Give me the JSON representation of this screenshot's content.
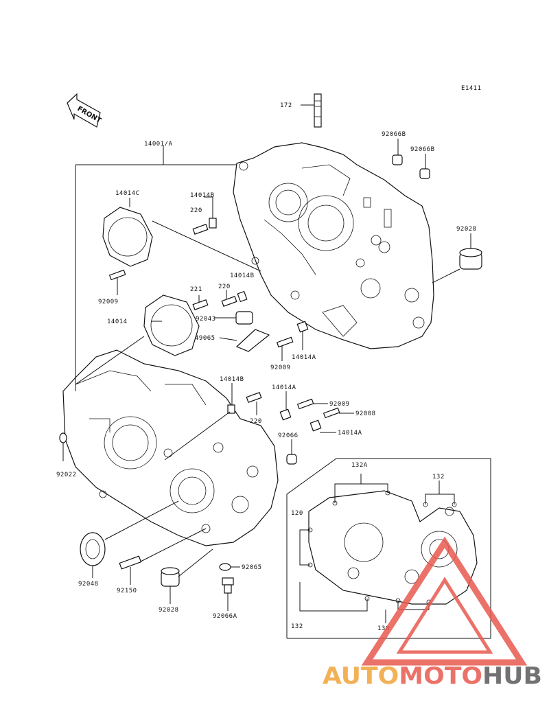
{
  "code": "E1411",
  "front_label": "FRONT",
  "parts": {
    "p172": "172",
    "p92066b_1": "92066B",
    "p92066b_2": "92066B",
    "p14001a": "14001/A",
    "p14014c": "14014C",
    "p14014b_1": "14014B",
    "p220_1": "220",
    "p92028_1": "92028",
    "p92009_1": "92009",
    "p14014b_2": "14014B",
    "p221": "221",
    "p220_2": "220",
    "p14014": "14014",
    "p92043": "92043",
    "p49065": "49065",
    "p92009_2": "92009",
    "p14014a_1": "14014A",
    "p14014b_3": "14014B",
    "p14014a_2": "14014A",
    "p92009_3": "92009",
    "p220_3": "220",
    "p92008": "92008",
    "p14014a_3": "14014A",
    "p92066": "92066",
    "p92022": "92022",
    "p132a": "132A",
    "p132_1": "132",
    "p120": "120",
    "p92048": "92048",
    "p92150": "92150",
    "p92028_2": "92028",
    "p92065": "92065",
    "p92066a": "92066A",
    "p132_2": "132",
    "p130": "130"
  },
  "watermark": {
    "part1": "AUTO",
    "part2": "MOTO",
    "part3": "HUB"
  },
  "colors": {
    "line": "#111111",
    "watermark_orange": "#f2a43a",
    "watermark_red": "#e85a4f",
    "watermark_gray": "#5a5a5a"
  }
}
